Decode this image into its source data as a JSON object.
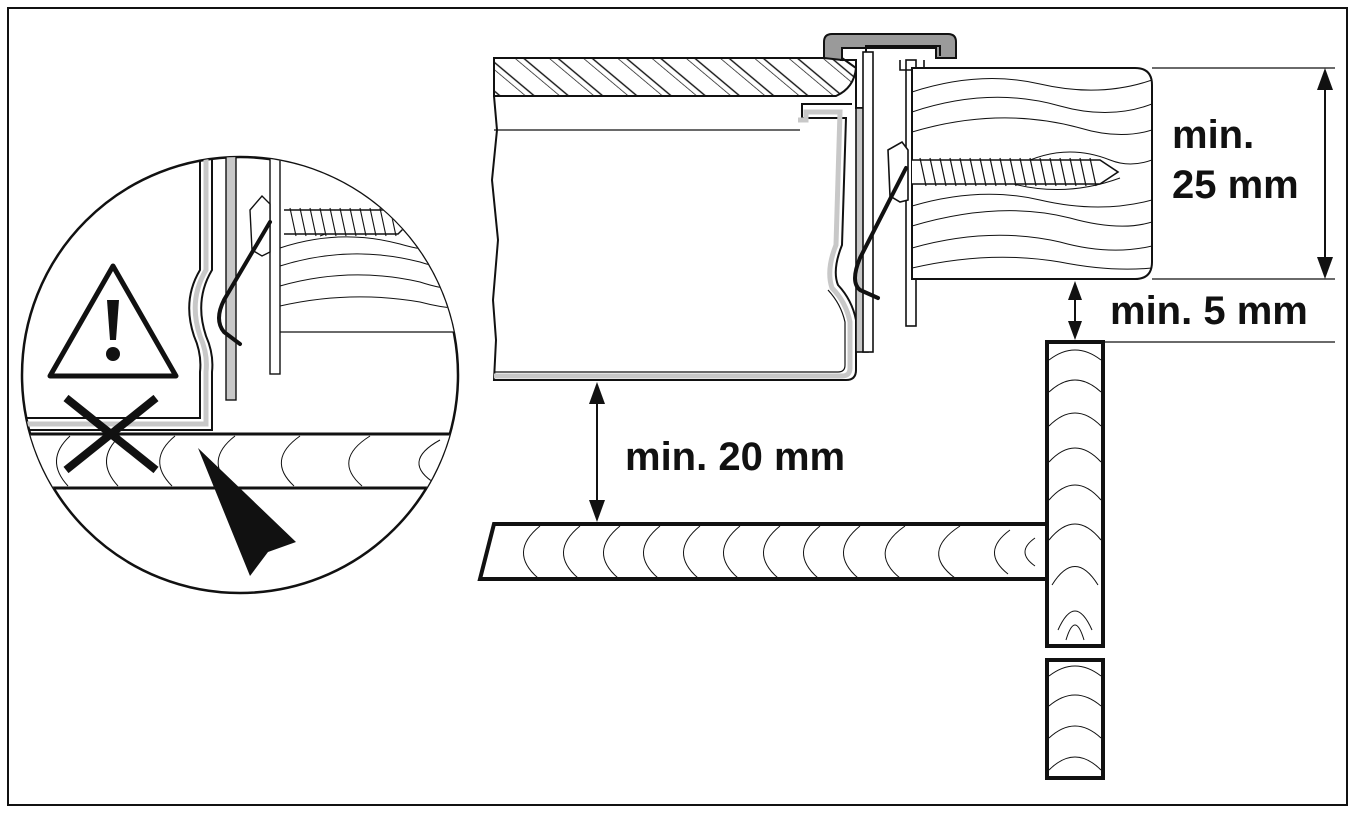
{
  "labels": {
    "min_25": {
      "line1": "min.",
      "line2": "25 mm"
    },
    "min_5": "min. 5 mm",
    "min_20": "min. 20 mm"
  },
  "colors": {
    "ink": "#111111",
    "steel": "#c8c8c8",
    "seal": "#9a9a9a",
    "paper": "#ffffff"
  },
  "icons": {
    "warning": "warning-triangle-icon",
    "prohibited": "cross-mark-icon",
    "pointer": "arrow-icon"
  }
}
